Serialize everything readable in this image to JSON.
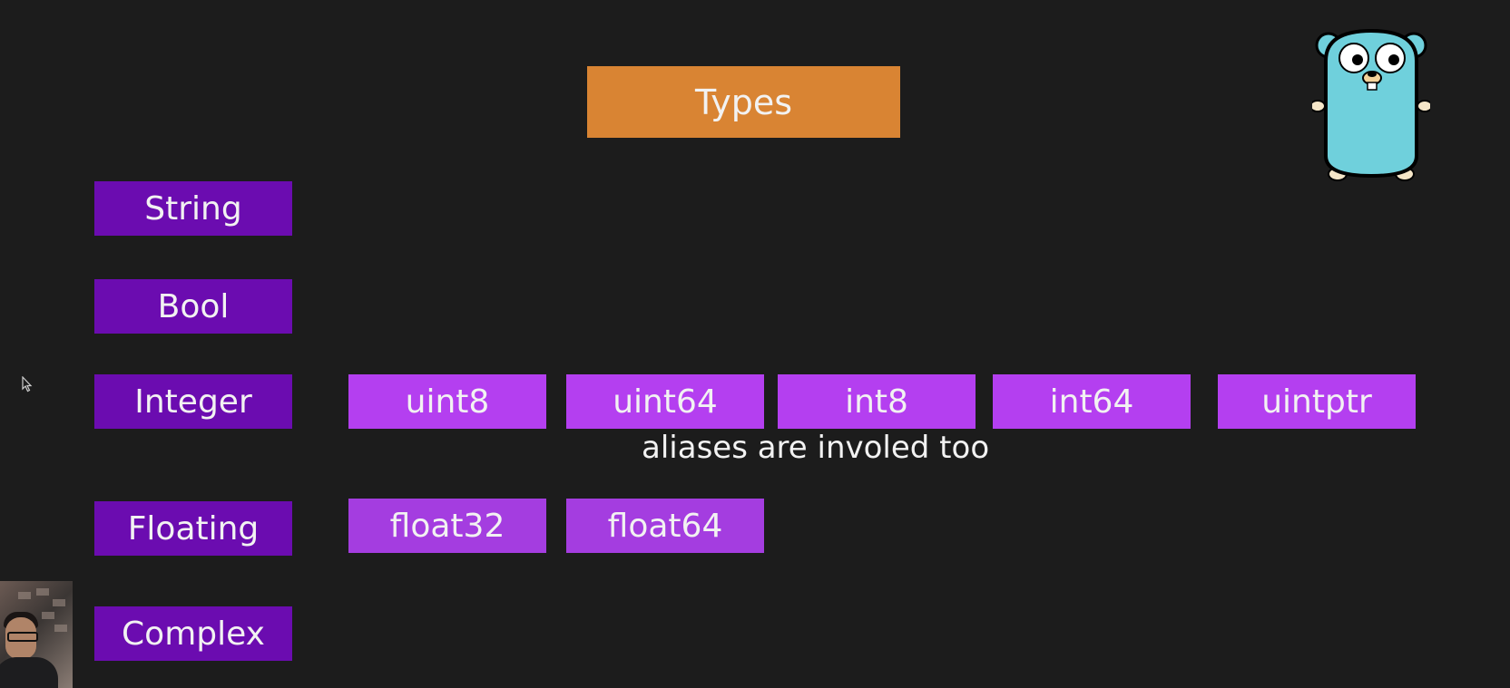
{
  "title": "Types",
  "categories": {
    "string": "String",
    "bool": "Bool",
    "integer": "Integer",
    "floating": "Floating",
    "complex": "Complex"
  },
  "integer_types": [
    "uint8",
    "uint64",
    "int8",
    "int64",
    "uintptr"
  ],
  "floating_types": [
    "float32",
    "float64"
  ],
  "note": "aliases are involed too",
  "colors": {
    "background": "#1c1c1c",
    "title_box": "#d98433",
    "category_box": "#6b0cb0",
    "subtype_box": "#b43ff0",
    "text": "#f2f2f2"
  },
  "icons": {
    "mascot": "go-gopher-icon",
    "pointer": "mouse-cursor-icon"
  }
}
